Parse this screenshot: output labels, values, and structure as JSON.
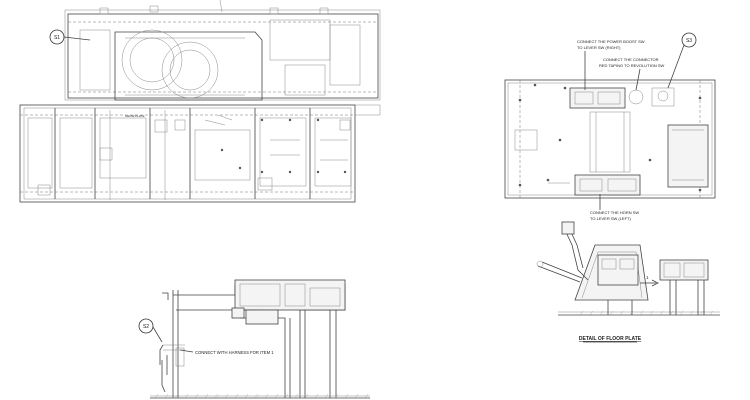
{
  "callouts": {
    "s1": "S1",
    "s2": "S2",
    "s3": "S3"
  },
  "notes": {
    "power_boost_line1": "CONNECT THE POWER BOOST SW",
    "power_boost_line2": "TO LEVER SW (RIGHT)",
    "connector_line1": "CONNECT THE CONNECTOR",
    "connector_line2": "RED TAPING TO REVOLUTION SW",
    "horn_line1": "CONNECT THE HORN SW",
    "horn_line2": "TO LEVER SW (LEFT)",
    "harness": "CONNECT WITH HARNESS FOR ITEM 1",
    "chassis_label": "SHOW PLATE",
    "item_marker": "1"
  },
  "titles": {
    "detail_floor_plate": "DETAIL OF FLOOR PLATE"
  },
  "colors": {
    "line": "#444444",
    "paper": "#ffffff"
  }
}
